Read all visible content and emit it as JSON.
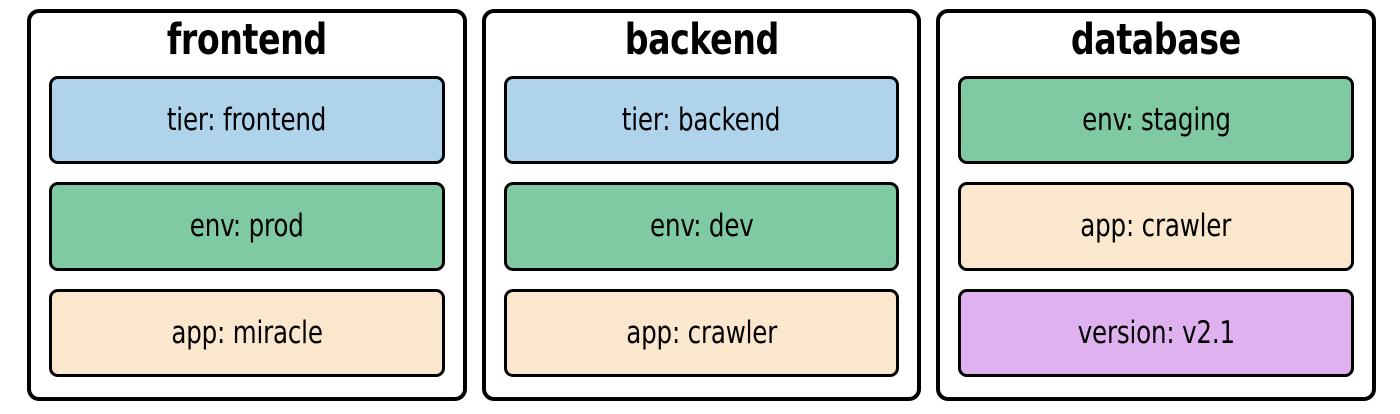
{
  "diagram": {
    "type": "grouped-label-panels",
    "background_color": "#ffffff",
    "border_color": "#000000",
    "text_color": "#000000",
    "palette": {
      "tier": "#AFD3EA",
      "env": "#7FC9A3",
      "app": "#FBE7CE",
      "version": "#DFB1EF"
    },
    "panels": [
      {
        "title": "frontend",
        "chips": [
          {
            "label": "tier: frontend",
            "key": "tier",
            "value": "frontend",
            "color": "#AFD3EA"
          },
          {
            "label": "env: prod",
            "key": "env",
            "value": "prod",
            "color": "#7FC9A3"
          },
          {
            "label": "app: miracle",
            "key": "app",
            "value": "miracle",
            "color": "#FBE7CE"
          }
        ]
      },
      {
        "title": "backend",
        "chips": [
          {
            "label": "tier: backend",
            "key": "tier",
            "value": "backend",
            "color": "#AFD3EA"
          },
          {
            "label": "env: dev",
            "key": "env",
            "value": "dev",
            "color": "#7FC9A3"
          },
          {
            "label": "app: crawler",
            "key": "app",
            "value": "crawler",
            "color": "#FBE7CE"
          }
        ]
      },
      {
        "title": "database",
        "chips": [
          {
            "label": "env: staging",
            "key": "env",
            "value": "staging",
            "color": "#7FC9A3"
          },
          {
            "label": "app: crawler",
            "key": "app",
            "value": "crawler",
            "color": "#FBE7CE"
          },
          {
            "label": "version: v2.1",
            "key": "version",
            "value": "v2.1",
            "color": "#DFB1EF"
          }
        ]
      }
    ]
  }
}
